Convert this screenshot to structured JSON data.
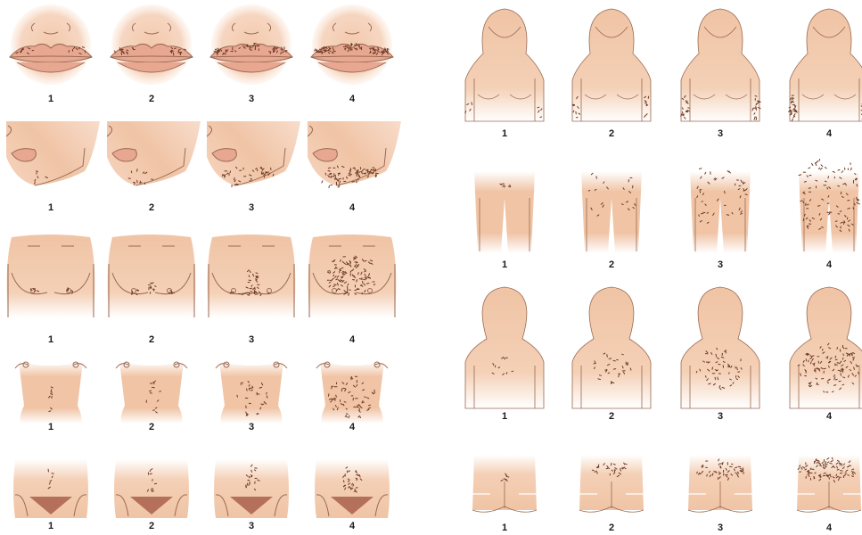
{
  "colors": {
    "skin": "#f0c4a5",
    "skin_light": "#fbe6d6",
    "outline": "#9a6a52",
    "hair": "#6e3a25",
    "lips": "#e8a791",
    "pubic": "#b5705a",
    "background": "#ffffff"
  },
  "diagram": {
    "left_panel": {
      "rows": [
        {
          "region": "upper-lip",
          "stage_labels": [
            "1",
            "2",
            "3",
            "4"
          ],
          "hair_levels": [
            1,
            2,
            3,
            4
          ]
        },
        {
          "region": "chin",
          "stage_labels": [
            "1",
            "2",
            "3",
            "4"
          ],
          "hair_levels": [
            1,
            2,
            3,
            4
          ]
        },
        {
          "region": "chest",
          "stage_labels": [
            "1",
            "2",
            "3",
            "4"
          ],
          "hair_levels": [
            1,
            2,
            3,
            4
          ]
        },
        {
          "region": "upper-abdomen",
          "stage_labels": [
            "1",
            "2",
            "3",
            "4"
          ],
          "hair_levels": [
            1,
            2,
            3,
            4
          ]
        },
        {
          "region": "lower-abdomen",
          "stage_labels": [
            "1",
            "2",
            "3",
            "4"
          ],
          "hair_levels": [
            1,
            2,
            3,
            4
          ]
        }
      ]
    },
    "right_panel": {
      "rows": [
        {
          "region": "upper-arms",
          "stage_labels": [
            "1",
            "2",
            "3",
            "4"
          ],
          "hair_levels": [
            1,
            2,
            3,
            4
          ]
        },
        {
          "region": "thighs",
          "stage_labels": [
            "1",
            "2",
            "3",
            "4"
          ],
          "hair_levels": [
            1,
            2,
            3,
            4
          ]
        },
        {
          "region": "upper-back",
          "stage_labels": [
            "1",
            "2",
            "3",
            "4"
          ],
          "hair_levels": [
            1,
            2,
            3,
            4
          ]
        },
        {
          "region": "lower-back",
          "stage_labels": [
            "1",
            "2",
            "3",
            "4"
          ],
          "hair_levels": [
            1,
            2,
            3,
            4
          ]
        }
      ]
    }
  }
}
